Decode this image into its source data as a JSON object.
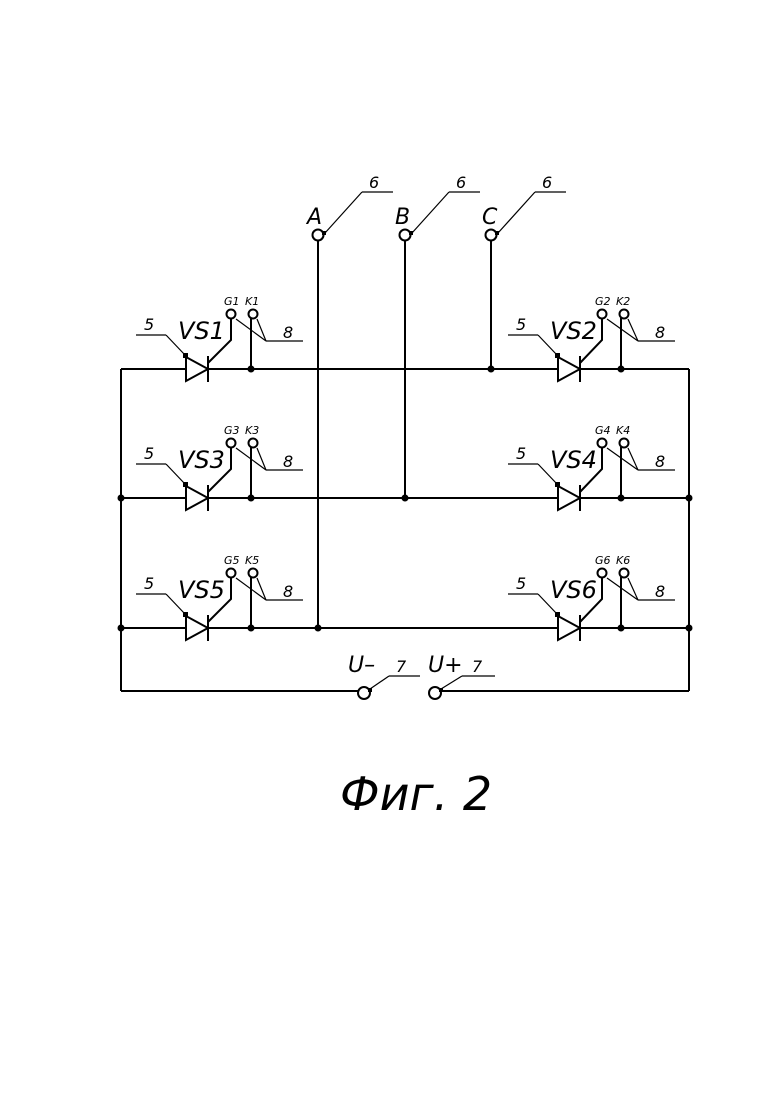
{
  "figure": {
    "caption": "Фиг. 2"
  },
  "phases": [
    {
      "label": "A",
      "ref": "6"
    },
    {
      "label": "B",
      "ref": "6"
    },
    {
      "label": "C",
      "ref": "6"
    }
  ],
  "thyristors": [
    {
      "name": "VS1",
      "ref": "5",
      "gate": "G1",
      "cathode": "K1",
      "contacts_ref": "8"
    },
    {
      "name": "VS2",
      "ref": "5",
      "gate": "G2",
      "cathode": "K2",
      "contacts_ref": "8"
    },
    {
      "name": "VS3",
      "ref": "5",
      "gate": "G3",
      "cathode": "K3",
      "contacts_ref": "8"
    },
    {
      "name": "VS4",
      "ref": "5",
      "gate": "G4",
      "cathode": "K4",
      "contacts_ref": "8"
    },
    {
      "name": "VS5",
      "ref": "5",
      "gate": "G5",
      "cathode": "K5",
      "contacts_ref": "8"
    },
    {
      "name": "VS6",
      "ref": "5",
      "gate": "G6",
      "cathode": "K6",
      "contacts_ref": "8"
    }
  ],
  "supply": [
    {
      "label": "U–",
      "ref": "7"
    },
    {
      "label": "U+",
      "ref": "7"
    }
  ]
}
